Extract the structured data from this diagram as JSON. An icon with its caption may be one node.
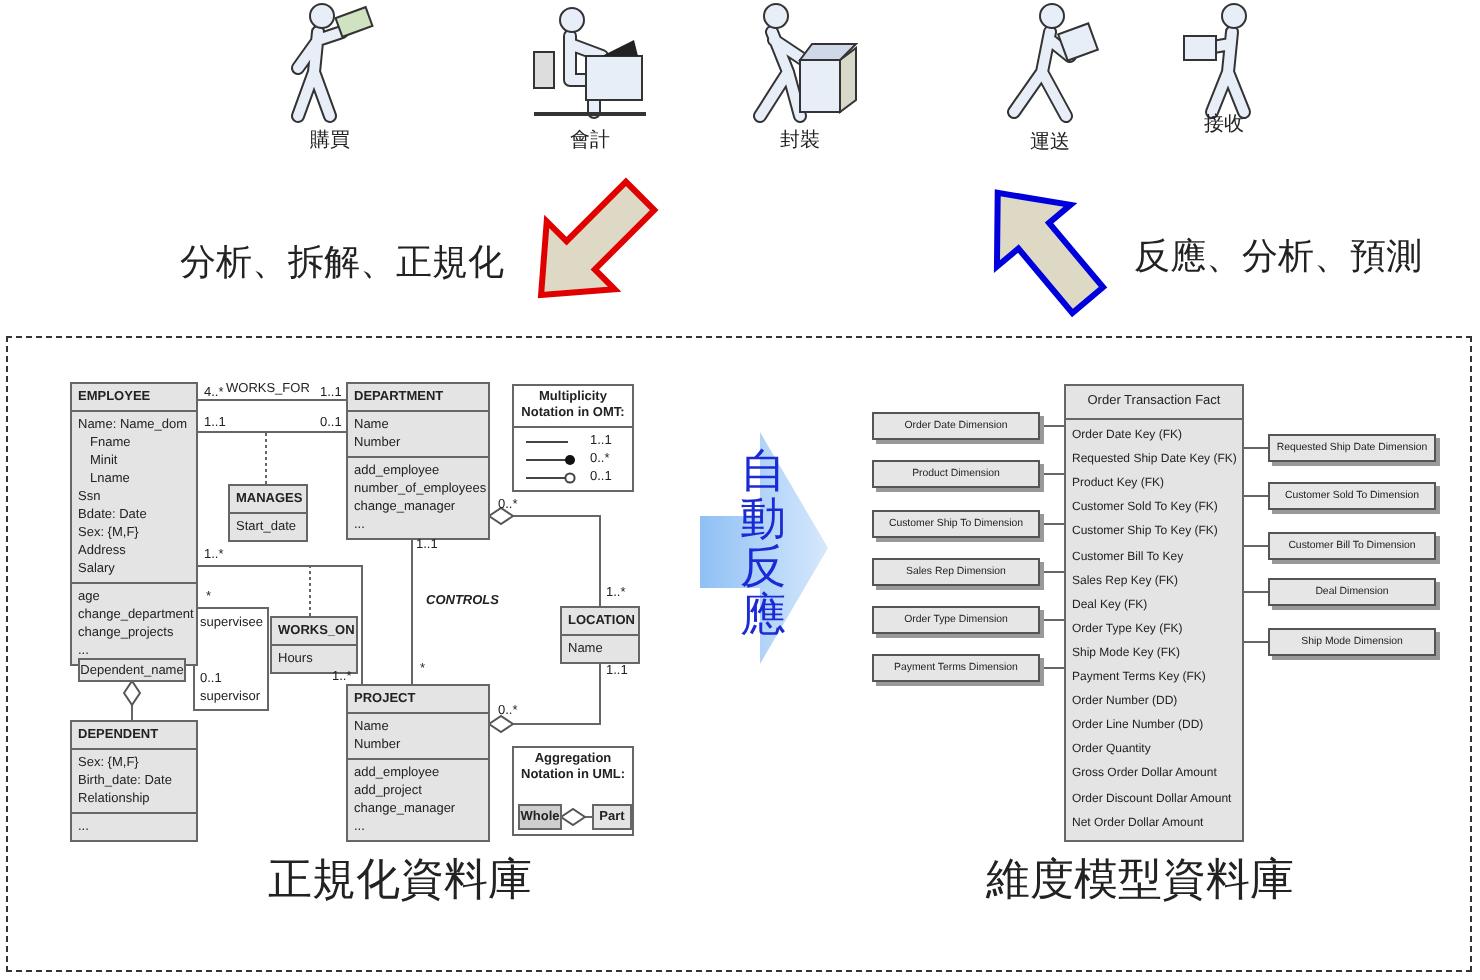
{
  "diagram": {
    "nodes": [
      {
        "text": [
          "EMPLOYEE",
          "Name: Name_dom",
          "Fname",
          "Minit",
          "Lname",
          "Ssn",
          "Bdate: Date",
          "Sex: {M,F}",
          "Address",
          "Salary",
          "age",
          "change_department",
          "change_projects",
          "..."
        ]
      },
      {
        "text": [
          "DEPARTMENT",
          "Name",
          "Number",
          "add_employee",
          "number_of_employees",
          "change_manager",
          "..."
        ]
      },
      {
        "text": [
          "Multiplicity Notation in OMT:",
          "1..1",
          "0..*",
          "0..1"
        ]
      },
      {
        "text": [
          "MANAGES",
          "Start_date"
        ]
      },
      {
        "text": [
          "LOCATION",
          "Name"
        ]
      },
      {
        "text": [
          "WORKS_ON",
          "Hours"
        ]
      },
      {
        "text": [
          "Dependent_name"
        ]
      },
      {
        "text": [
          "PROJECT",
          "Name",
          "Number",
          "add_employee",
          "add_project",
          "change_manager",
          "..."
        ]
      },
      {
        "text": [
          "DEPENDENT",
          "Sex: {M,F}",
          "Birth_date: Date",
          "Relationship",
          "..."
        ]
      },
      {
        "text": [
          "Aggregation Notation in UML:"
        ]
      },
      {
        "text": [
          "Whole"
        ],
        "in": 9
      },
      {
        "text": [
          "Part"
        ],
        "in": 9
      },
      {
        "text": [
          "自動反應"
        ]
      },
      {
        "text": [
          "Order Transaction Fact",
          "Order Date Key (FK)",
          "Requested Ship Date Key (FK)",
          "Product Key (FK)",
          "Customer Sold To Key (FK)",
          "Customer Ship To Key (FK)",
          "Customer Bill To Key",
          "Sales Rep Key (FK)",
          "Deal Key (FK)",
          "Order Type Key (FK)",
          "Ship Mode Key (FK)",
          "Payment Terms Key (FK)",
          "Order Number (DD)",
          "Order Line Number (DD)",
          "Order Quantity",
          "Gross Order Dollar Amount",
          "Order Discount Dollar Amount",
          "Net Order Dollar Amount"
        ]
      },
      {
        "text": [
          "Order Date Dimension"
        ]
      },
      {
        "text": [
          "Requested Ship Date Dimension"
        ]
      },
      {
        "text": [
          "Product Dimension"
        ]
      },
      {
        "text": [
          "Customer Sold To Dimension"
        ]
      },
      {
        "text": [
          "Customer Ship To Dimension"
        ]
      },
      {
        "text": [
          "Customer Bill To Dimension"
        ]
      },
      {
        "text": [
          "Sales Rep Dimension"
        ]
      },
      {
        "text": [
          "Deal Dimension"
        ]
      },
      {
        "text": [
          "Order Type Dimension"
        ]
      },
      {
        "text": [
          "Ship Mode Dimension"
        ]
      },
      {
        "text": [
          "Payment Terms Dimension"
        ]
      }
    ],
    "edges": [
      {
        "from": 0,
        "to": 1,
        "arrow": "none",
        "label": "WORKS_FOR"
      },
      {
        "from": 0,
        "to": 1,
        "arrow": "none"
      },
      {
        "from": 3,
        "to": null,
        "arrow": "none",
        "style": "dashed"
      },
      {
        "from": 0,
        "to": 7,
        "arrow": "none"
      },
      {
        "from": 5,
        "to": null,
        "arrow": "none",
        "style": "dashed"
      },
      {
        "from": 0,
        "to": 0,
        "arrow": "none"
      },
      {
        "from": 1,
        "to": 7,
        "arrow": "none",
        "label": "CONTROLS"
      },
      {
        "from": 1,
        "to": 4,
        "arrow": "other"
      },
      {
        "from": 7,
        "to": 4,
        "arrow": "other"
      },
      {
        "from": 6,
        "to": 8,
        "arrow": "other"
      },
      {
        "from": 10,
        "to": 11,
        "arrow": "other"
      },
      {
        "from": 14,
        "to": 13,
        "arrow": "none"
      },
      {
        "from": 15,
        "to": 13,
        "arrow": "none"
      },
      {
        "from": 16,
        "to": 13,
        "arrow": "none"
      },
      {
        "from": 17,
        "to": 13,
        "arrow": "none"
      },
      {
        "from": 18,
        "to": 13,
        "arrow": "none"
      },
      {
        "from": 19,
        "to": 13,
        "arrow": "none"
      },
      {
        "from": 20,
        "to": 13,
        "arrow": "none"
      },
      {
        "from": 21,
        "to": 13,
        "arrow": "none"
      },
      {
        "from": 22,
        "to": 13,
        "arrow": "none"
      },
      {
        "from": 23,
        "to": 13,
        "arrow": "none"
      },
      {
        "from": 24,
        "to": 13,
        "arrow": "none"
      }
    ],
    "labels": [
      "購買",
      "會計",
      "封裝",
      "運送",
      "接收",
      "分析、拆解、正規化",
      "反應、分析、預測",
      "4..*",
      "1..1",
      "1..1",
      "0..1",
      "0..*",
      "1..1",
      "1..*",
      "*",
      "supervisee",
      "1..*",
      "0..1",
      "supervisor",
      "1..*",
      "*",
      "0..*",
      "1..1",
      "正規化資料庫",
      "維度模型資料庫"
    ]
  }
}
